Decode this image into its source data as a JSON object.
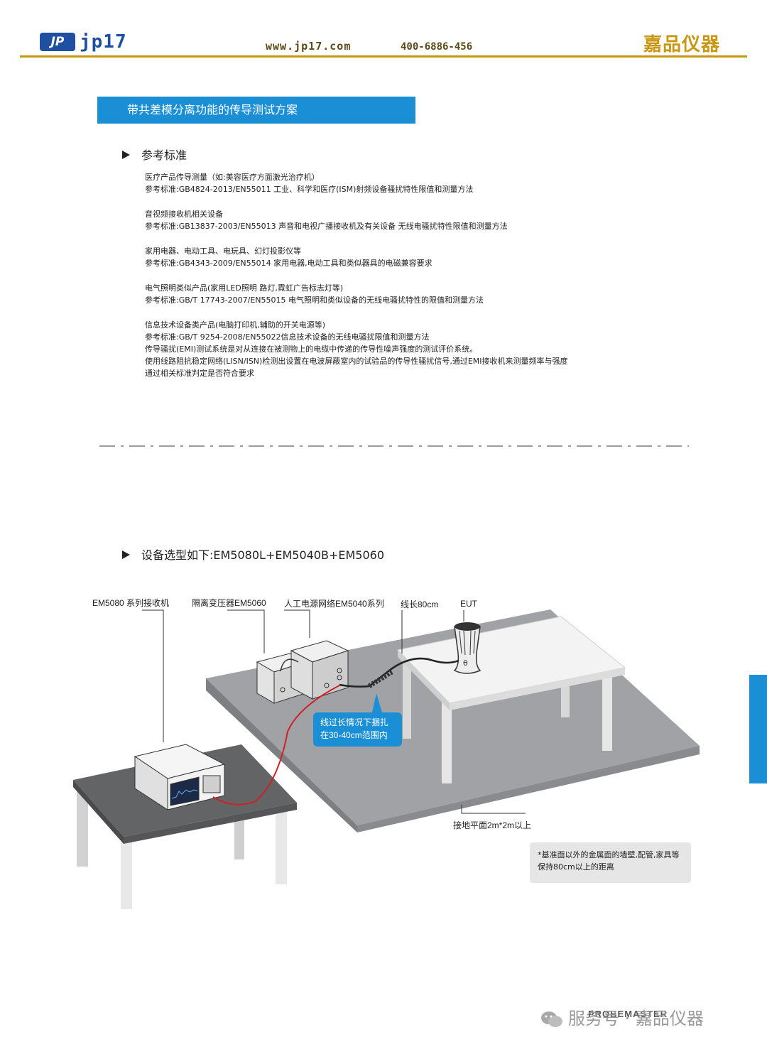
{
  "header": {
    "logo_mark": "JP",
    "logo_text": "jp17",
    "url": "www.jp17.com",
    "phone": "400-6886-456",
    "brand": "嘉品仪器"
  },
  "title": "带共差模分离功能的传导测试方案",
  "reference": {
    "heading": "参考标准",
    "blocks": [
      {
        "lines": [
          "医疗产品传导测量（如:美容医疗方面激光治疗机）",
          "参考标准:GB4824-2013/EN55011 工业、科学和医疗(ISM)射频设备骚扰特性限值和测量方法"
        ]
      },
      {
        "lines": [
          "音视频接收机相关设备",
          "参考标准:GB13837-2003/EN55013 声音和电视广播接收机及有关设备 无线电骚扰特性限值和测量方法"
        ]
      },
      {
        "lines": [
          "家用电器、电动工具、电玩具、幻灯投影仪等",
          "参考标准:GB4343-2009/EN55014 家用电器,电动工具和类似器具的电磁兼容要求"
        ]
      },
      {
        "lines": [
          "电气照明类似产品(家用LED照明 路灯,霓虹广告标志灯等)",
          "参考标准:GB/T 17743-2007/EN55015 电气照明和类似设备的无线电骚扰特性的限值和测量方法"
        ]
      },
      {
        "lines": [
          "信息技术设备类产品(电脑打印机,辅助的开关电源等)",
          "参考标准:GB/T 9254-2008/EN55022信息技术设备的无线电骚扰限值和测量方法",
          "传导骚扰(EMI)测试系统是对从连接在被测物上的电缆中传递的传导性噪声强度的测试评价系统。",
          "使用线路阻抗稳定网络(LISN/ISN)检测出设置在电波屏蔽室内的试验品的传导性骚扰信号,通过EMI接收机来测量频率与强度",
          "通过相关标准判定是否符合要求"
        ]
      }
    ]
  },
  "equipment": {
    "heading": "设备选型如下:EM5080L+EM5040B+EM5060"
  },
  "diagram": {
    "labels": {
      "receiver": "EM5080 系列接收机",
      "transformer": "隔离变压器EM5060",
      "lisn": "人工电源网络EM5040系列",
      "cable": "线长80cm",
      "eut": "EUT",
      "ground": "接地平面2m*2m以上"
    },
    "callout": [
      "线过长情况下捆扎",
      "在30-40cm范围内"
    ],
    "note": [
      "*基准面以外的金属面的墙壁,配管,家具等",
      "保持80cm以上的距离"
    ],
    "colors": {
      "floor": "#9a9b9e",
      "floor_edge": "#7c7d80",
      "table": "#f2f2f2",
      "cable_red": "#d01f25",
      "accent": "#1b8fd6"
    }
  },
  "footer": {
    "watermark": "服务号 · 嘉品仪器",
    "probemaster": "PROBEMASTER"
  }
}
